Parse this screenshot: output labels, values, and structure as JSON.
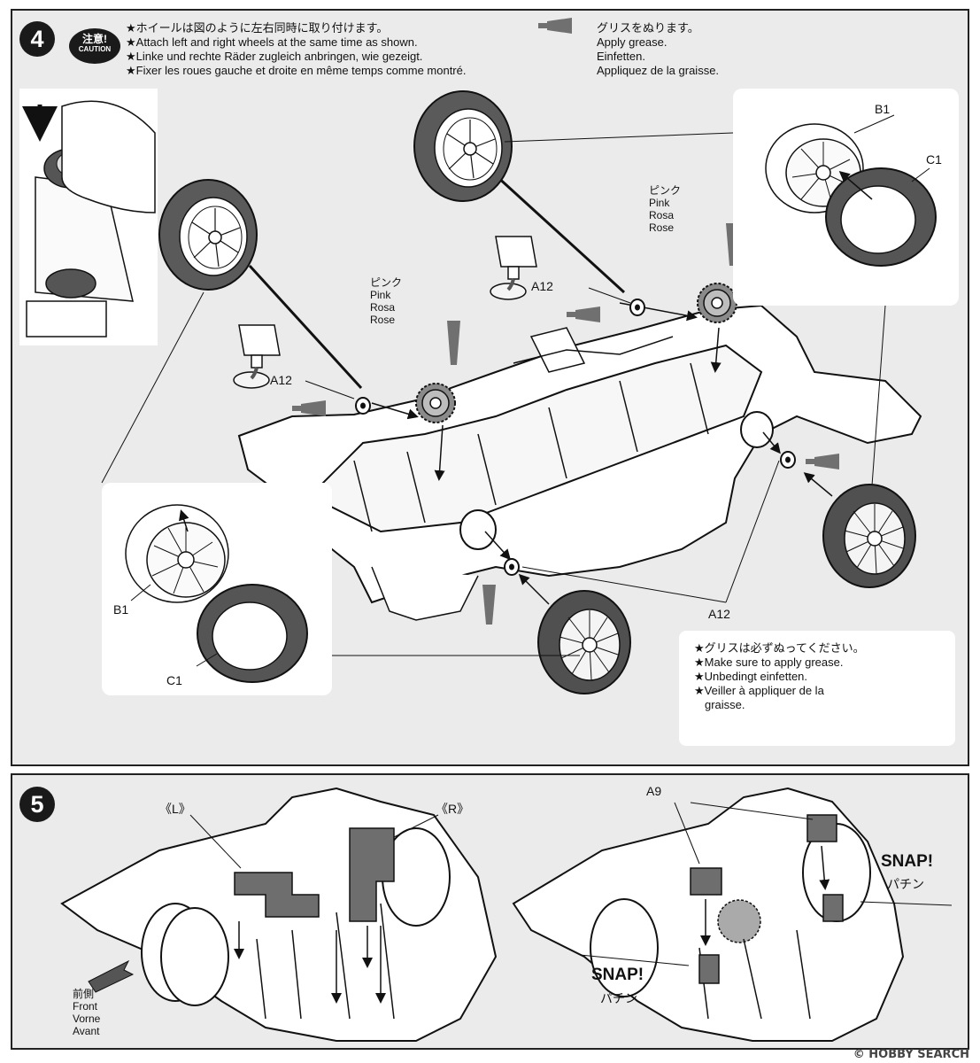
{
  "step4": {
    "number": "4",
    "caution_jp": "注意!",
    "caution_en": "CAUTION",
    "instructions": [
      "★ホイールは図のように左右同時に取り付けます。",
      "★Attach left and right wheels at the same time as shown.",
      "★Linke und rechte Räder zugleich anbringen, wie gezeigt.",
      "★Fixer les roues gauche et droite en même temps comme montré."
    ],
    "grease": [
      "グリスをぬります。",
      "Apply grease.",
      "Einfetten.",
      "Appliquez de la graisse."
    ],
    "pink_label": [
      "ピンク",
      "Pink",
      "Rosa",
      "Rose"
    ],
    "part_a12": "A12",
    "part_b1": "B1",
    "part_c1": "C1",
    "note": [
      "★グリスは必ずぬってください。",
      "★Make sure to apply grease.",
      "★Unbedingt einfetten.",
      "★Veiller à appliquer de la",
      "graisse."
    ]
  },
  "step5": {
    "number": "5",
    "left_label": "《L》",
    "right_label": "《R》",
    "front": [
      "前側",
      "Front",
      "Vorne",
      "Avant"
    ],
    "part_a9": "A9",
    "snap": "SNAP!",
    "snap_jp": "パチン"
  },
  "watermark": "© HOBBY SEARCH",
  "colors": {
    "panel": "#ebebeb",
    "ink": "#111111",
    "part_grey": "#6e6e6e",
    "tire_grey": "#555555"
  }
}
